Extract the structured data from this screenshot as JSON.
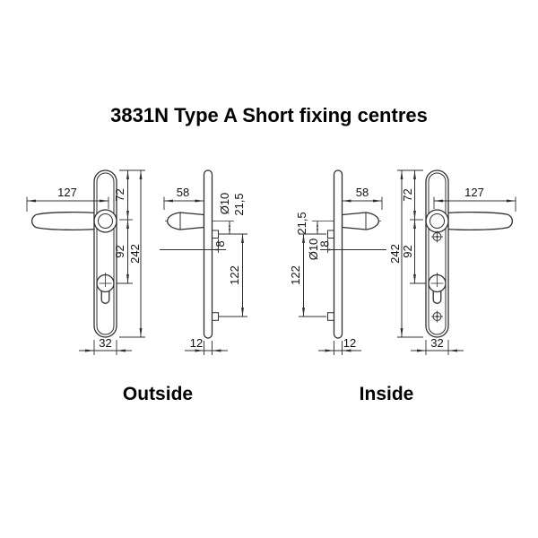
{
  "title": "3831N Type A Short fixing centres",
  "labels": {
    "outside": "Outside",
    "inside": "Inside"
  },
  "colors": {
    "line": "#2f2f2f",
    "text": "#111111",
    "background": "#ffffff"
  },
  "views": {
    "outside_front": {
      "dims": {
        "handle_length": "127",
        "top_to_handle_centre": "72",
        "handle_to_cylinder_centre": "92",
        "backplate_height": "242",
        "backplate_width": "32"
      }
    },
    "outside_profile": {
      "dims": {
        "handle_projection": "58",
        "fixing_diameter": "Ø10",
        "handle_to_first_fixing": "21,5",
        "fixing_lug": "8",
        "fixing_centres": "122",
        "backplate_depth": "12"
      }
    },
    "inside_profile": {
      "dims": {
        "handle_projection": "58",
        "fixing_diameter": "Ø10",
        "handle_to_first_fixing": "21,5",
        "fixing_lug": "8",
        "fixing_centres": "122",
        "backplate_depth": "12"
      }
    },
    "inside_front": {
      "dims": {
        "handle_length": "127",
        "top_to_handle_centre": "72",
        "handle_to_cylinder_centre": "92",
        "backplate_height": "242",
        "backplate_width": "32"
      }
    }
  }
}
